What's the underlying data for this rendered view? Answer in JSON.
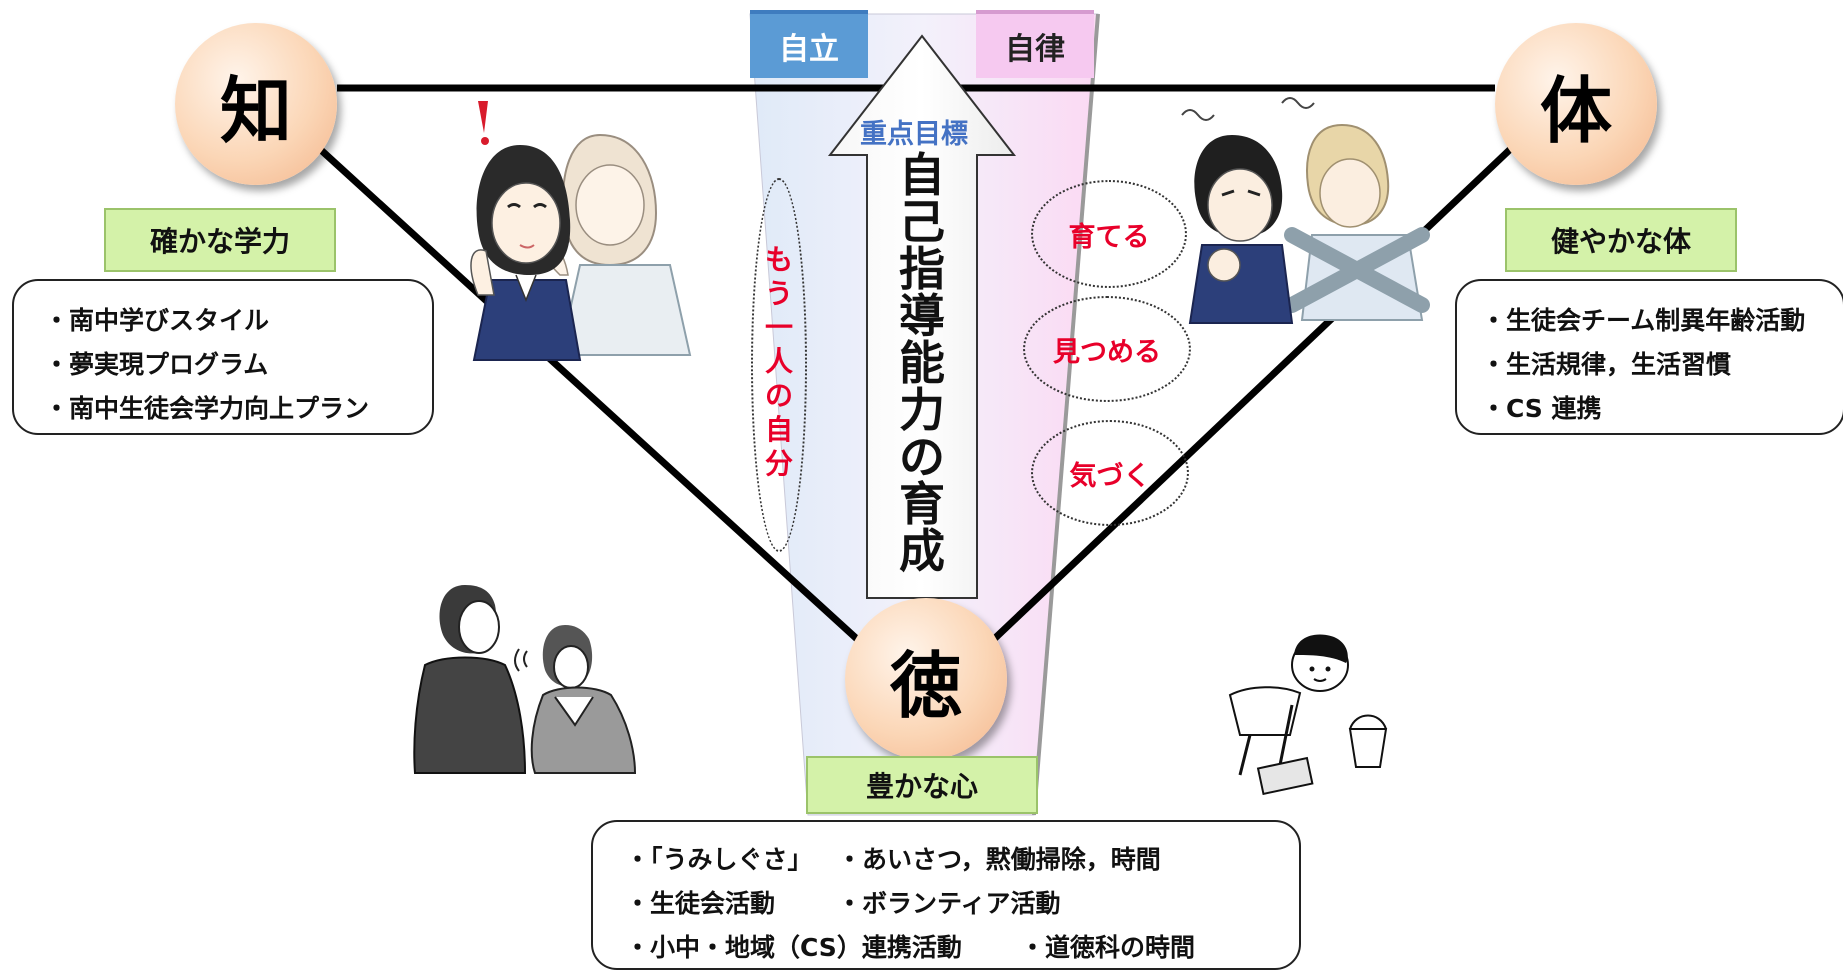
{
  "top_tabs": {
    "left": "自立",
    "right": "自律"
  },
  "arrow": {
    "goal_label": "重点目標",
    "main_chars": [
      "自",
      "己",
      "指",
      "導",
      "能",
      "力",
      "の",
      "育",
      "成"
    ]
  },
  "other_self": {
    "chars": [
      "も",
      "う",
      "一",
      "人",
      "の",
      "自",
      "分"
    ]
  },
  "steps": [
    "育てる",
    "見つめる",
    "気づく"
  ],
  "chi": {
    "circle": "知",
    "heading": "確かな学力",
    "items": [
      "・南中学びスタイル",
      "・夢実現プログラム",
      "・南中生徒会学力向上プラン"
    ]
  },
  "tai": {
    "circle": "体",
    "heading": "健やかな体",
    "items": [
      "・生徒会チーム制異年齢活動",
      "・生活規律，生活習慣",
      "・CS 連携"
    ]
  },
  "toku": {
    "circle": "徳",
    "heading": "豊かな心",
    "rows": [
      [
        "・「うみしぐさ」",
        "・あいさつ，黙働掃除，時間"
      ],
      [
        "・生徒会活動",
        "・ボランティア活動"
      ],
      [
        "・小中・地域（CS）連携活動",
        "・道徳科の時間"
      ]
    ]
  },
  "colors": {
    "tab_blue": "#5b9bd5",
    "tab_pink": "#f6c9f0",
    "goal_text": "#4472c4",
    "red_text": "#e8002a",
    "green_fill": "#d4f2a9",
    "circle_fill": "#fbd6b6"
  },
  "icons": [
    "girls-illustration",
    "boys-illustration",
    "teacher-student-illustration",
    "cleaning-student-illustration"
  ]
}
